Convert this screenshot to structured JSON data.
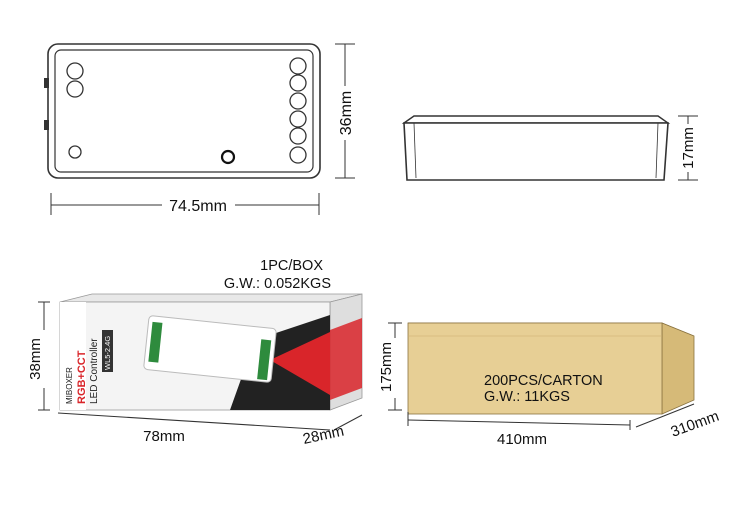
{
  "controller_top": {
    "width_label": "74.5mm",
    "height_label": "36mm"
  },
  "controller_side": {
    "height_label": "17mm"
  },
  "retail_box": {
    "qty_label": "1PC/BOX",
    "weight_label": "G.W.: 0.052KGS",
    "height_label": "38mm",
    "length_label": "78mm",
    "depth_label": "28mm",
    "brand_text": "MIBOXER",
    "product_line1": "RGB+CCT",
    "product_line2": "LED Controller",
    "model_text": "WL5-2.4G"
  },
  "carton": {
    "qty_label": "200PCS/CARTON",
    "weight_label": "G.W.: 11KGS",
    "height_label": "175mm",
    "length_label": "410mm",
    "depth_label": "310mm"
  },
  "colors": {
    "line": "#333333",
    "carton_face": "#e7cf95",
    "carton_top": "#ecd9a8",
    "carton_side": "#d6ba78",
    "box_red": "#d9252a"
  }
}
